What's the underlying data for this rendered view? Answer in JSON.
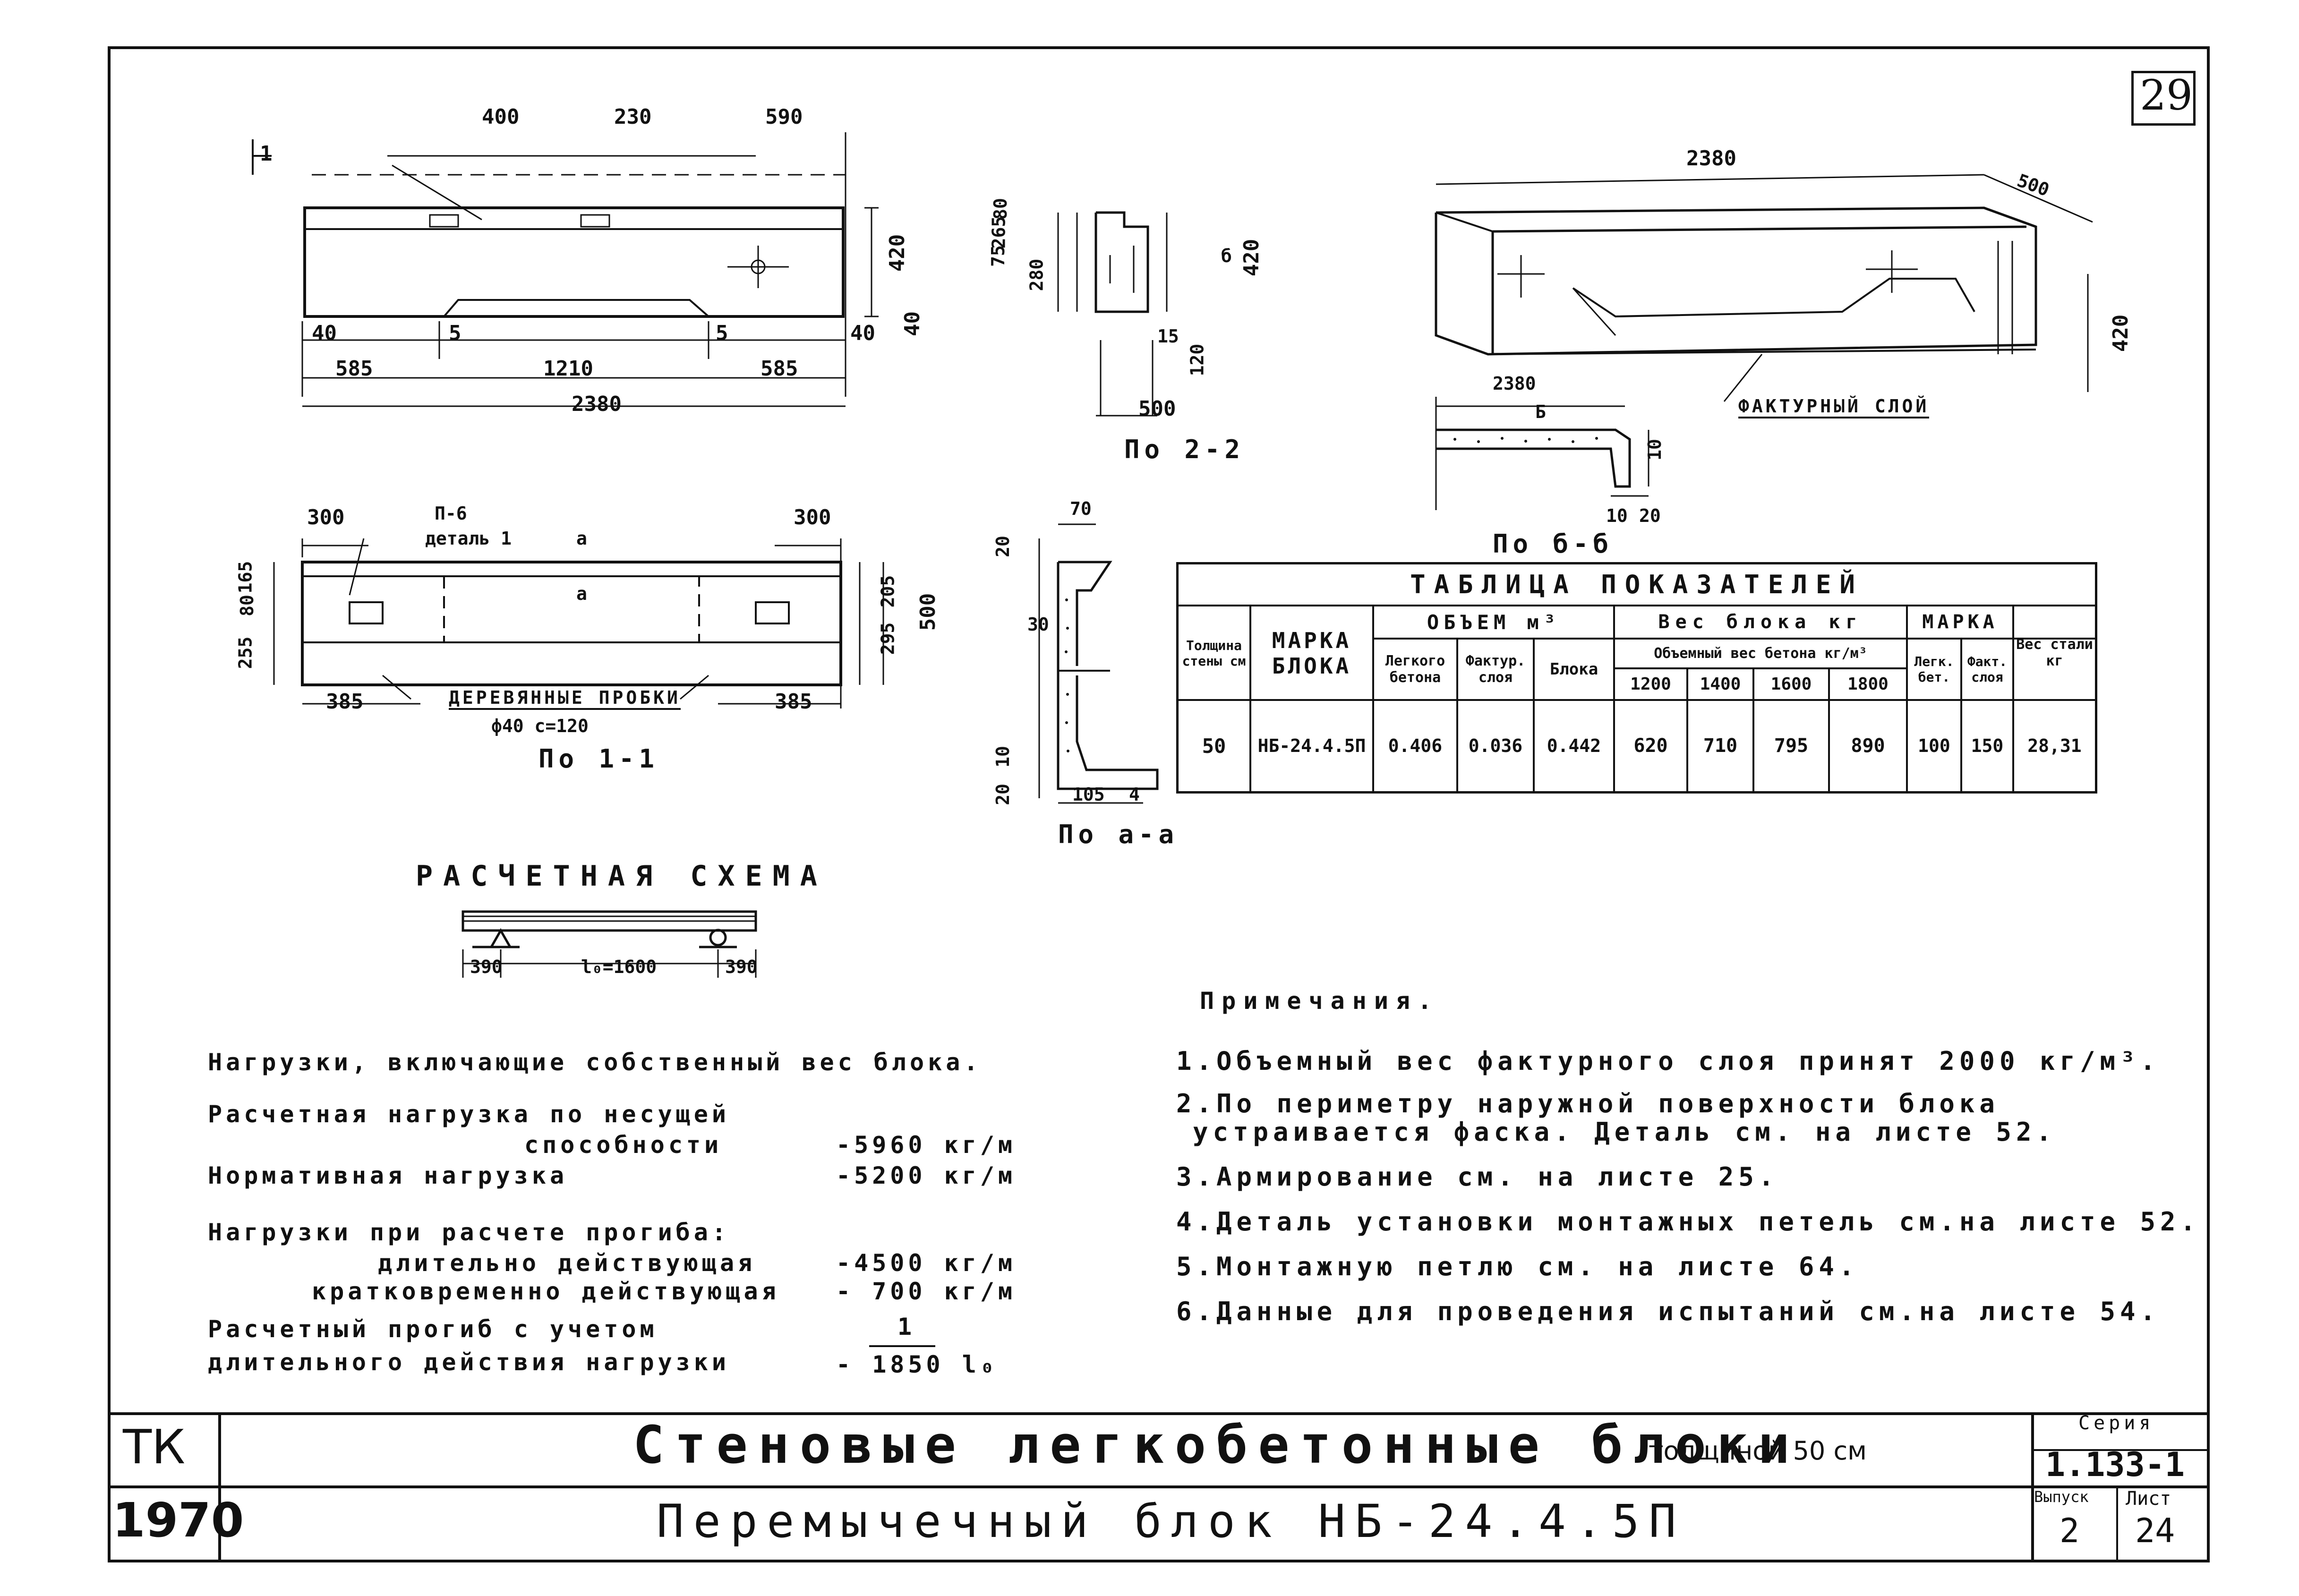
{
  "page_number": "29",
  "front_view": {
    "top_dims": [
      "400",
      "230",
      "590"
    ],
    "bottom_dims_row1": [
      "40",
      "5",
      "5",
      "40"
    ],
    "bottom_dims_row2": [
      "585",
      "1210",
      "585"
    ],
    "total": "2380",
    "height": "420",
    "right_small": "40",
    "section_mark": "1"
  },
  "section_2_2": {
    "dims_left": [
      "75",
      "265",
      "80"
    ],
    "dims_left2": "280",
    "height": "420",
    "b_label": "б",
    "lower_dims": [
      "15",
      "120"
    ],
    "width": "500",
    "caption": "По 2-2"
  },
  "isometric": {
    "length": "2380",
    "width": "500",
    "height": "420",
    "layer_label": "ФАКТУРНЫЙ СЛОЙ"
  },
  "section_b_b": {
    "length": "2380",
    "mark": "Б",
    "height": "10",
    "dims": [
      "10",
      "20"
    ],
    "caption": "По б-б"
  },
  "plan_view": {
    "left_dim": "300",
    "right_dim": "300",
    "loop_label": "П-6",
    "detail_label": "деталь 1",
    "a_labels": [
      "a",
      "a"
    ],
    "left_heights": [
      "255",
      "80",
      "165"
    ],
    "right_heights": [
      "295",
      "205"
    ],
    "total_height": "500",
    "bottom_left": "385",
    "bottom_right": "385",
    "plugs_label": "ДЕРЕВЯННЫЕ ПРОБКИ",
    "plugs_spec": "ф40 с=120",
    "caption": "По 1-1"
  },
  "section_a_a": {
    "top_dim": "70",
    "dims_left": [
      "20",
      "30",
      "10",
      "20"
    ],
    "bottom_dims": [
      "105",
      "4"
    ],
    "caption": "По а-а"
  },
  "table": {
    "title": "ТАБЛИЦА ПОКАЗАТЕЛЕЙ",
    "col_thickness": "Толщина стены см",
    "col_brand": "МАРКА БЛОКА",
    "group_volume": "ОБЪЕМ м³",
    "col_light": "Легкого бетона",
    "col_factur": "Фактур. слоя",
    "col_block": "Блока",
    "group_weight": "Вес блока кг",
    "sub_weight": "Объемный вес бетона кг/м³",
    "weights_hdr": [
      "1200",
      "1400",
      "1600",
      "1800"
    ],
    "group_mark": "МАРКА",
    "col_light_mark": "Легк. бет.",
    "col_factur_mark": "Факт. слоя",
    "col_steel": "Вес стали кг",
    "row": {
      "thickness": "50",
      "brand": "НБ-24.4.5П",
      "light": "0.406",
      "factur": "0.036",
      "block": "0.442",
      "w1200": "620",
      "w1400": "710",
      "w1600": "795",
      "w1800": "890",
      "mark_light": "100",
      "mark_factur": "150",
      "steel": "28,31"
    }
  },
  "scheme": {
    "title": "РАСЧЕТНАЯ СХЕМА",
    "left": "390",
    "span": "l₀=1600",
    "right": "390"
  },
  "loads": {
    "header": "Нагрузки, включающие собственный вес блока.",
    "calc_label_1": "Расчетная нагрузка по несущей",
    "calc_label_2": "способности",
    "calc_value": "-5960 кг/м",
    "norm_label": "Нормативная нагрузка",
    "norm_value": "-5200 кг/м",
    "deflect_header": "Нагрузки при расчете прогиба:",
    "long_label": "длительно действующая",
    "long_value": "-4500 кг/м",
    "short_label": "кратковременно действующая",
    "short_value": "- 700 кг/м",
    "deflection_label_1": "Расчетный прогиб с учетом",
    "deflection_label_2": "длительного действия нагрузки",
    "deflection_num": "1",
    "deflection_value": "- 1850 l₀"
  },
  "notes": {
    "title": "Примечания.",
    "items": [
      "1.Объемный вес фактурного слоя принят 2000 кг/м³.",
      "2.По периметру наружной поверхности блока",
      "устраивается фаска. Деталь см. на листе 52.",
      "3.Армирование см. на листе 25.",
      "4.Деталь установки монтажных петель см.на листе 52.",
      "5.Монтажную петлю см. на листе 64.",
      "6.Данные для проведения испытаний см.на листе 54."
    ]
  },
  "title_block": {
    "tk": "ТК",
    "year": "1970",
    "title_main": "Стеновые легкобетонные блоки",
    "title_suffix": "толщиной 50 см",
    "title_sub": "Перемычечный блок НБ-24.4.5П",
    "series_label": "Серия",
    "series_value": "1.133-1",
    "issue_label": "Выпуск",
    "issue_value": "2",
    "sheet_label": "Лист",
    "sheet_value": "24"
  }
}
